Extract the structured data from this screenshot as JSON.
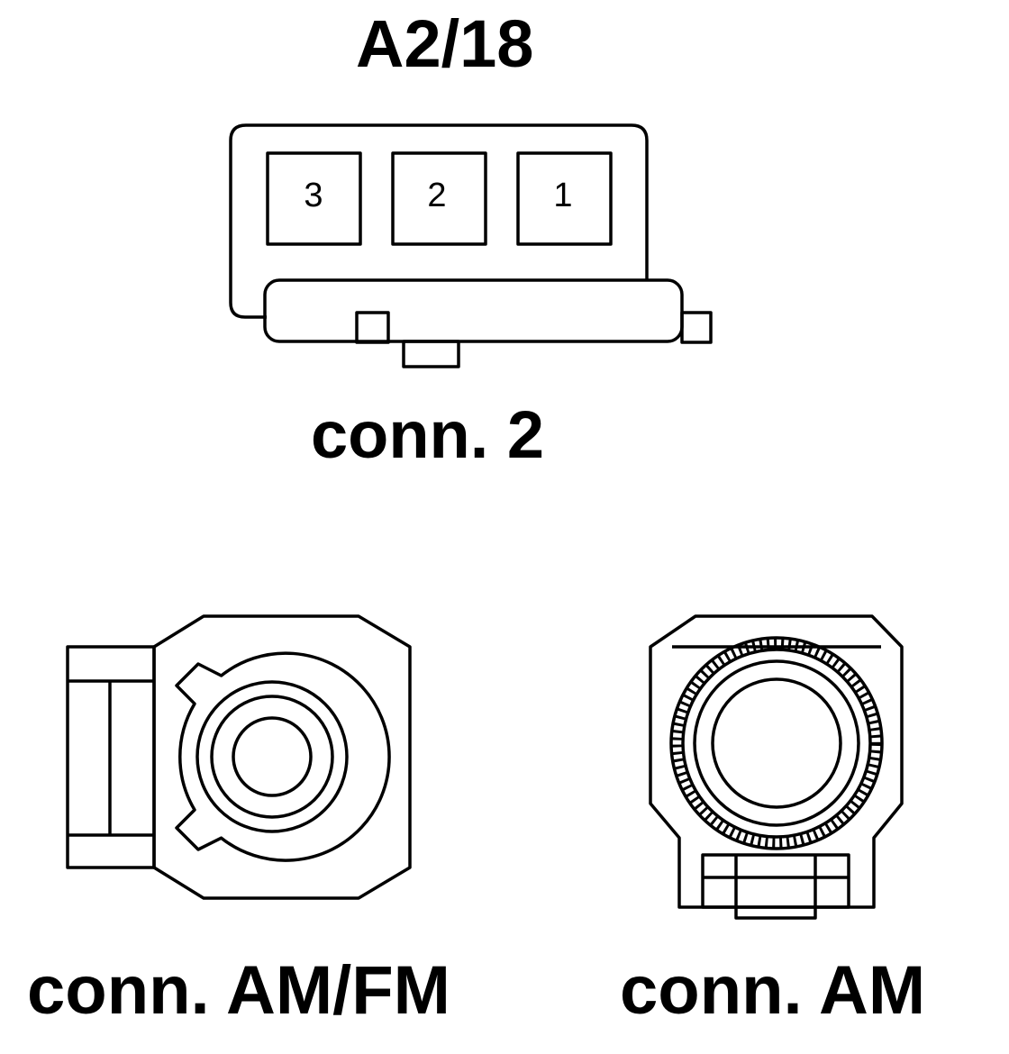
{
  "title": "A2/18",
  "connector_2": {
    "label": "conn. 2",
    "pins": [
      "3",
      "2",
      "1"
    ]
  },
  "connector_amfm": {
    "label": "conn. AM/FM"
  },
  "connector_am": {
    "label": "conn. AM"
  },
  "colors": {
    "line": "#000000",
    "background": "#ffffff"
  }
}
